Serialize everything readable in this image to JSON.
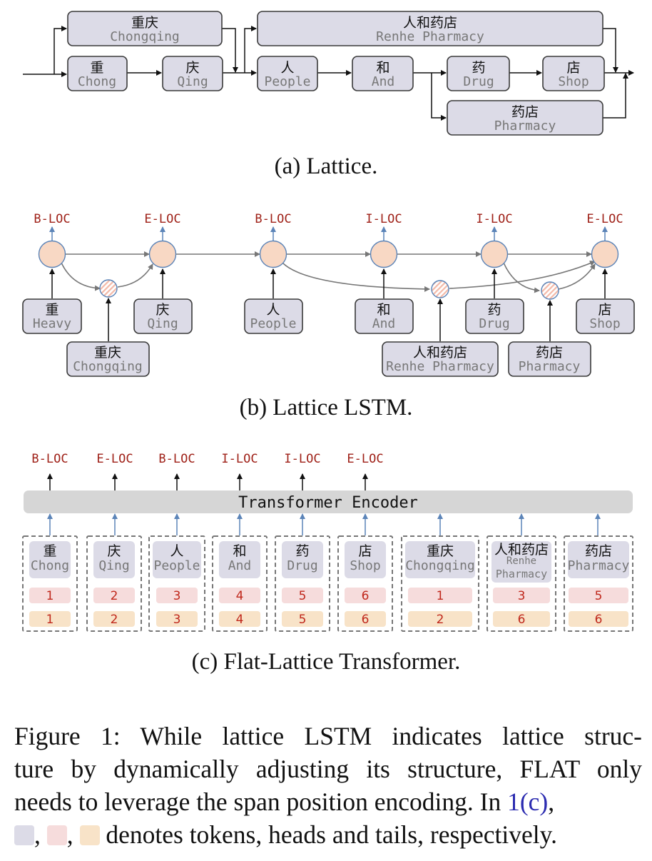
{
  "colors": {
    "token_fill": "#dcdbe7",
    "head_fill": "#f6dcdc",
    "tail_fill": "#f8e3c8",
    "label_red": "#9e1f16",
    "arrow_blue": "#5b84b8",
    "node_fill": "#f8d8c4",
    "encoder_fill": "#d6d6d6",
    "ref_blue": "#2b2bb0"
  },
  "panel_a": {
    "caption": "(a)  Lattice.",
    "boxes": {
      "chongqing": {
        "zh": "重庆",
        "en": "Chongqing"
      },
      "renhe": {
        "zh": "人和药店",
        "en": "Renhe Pharmacy"
      },
      "chong": {
        "zh": "重",
        "en": "Chong"
      },
      "qing": {
        "zh": "庆",
        "en": "Qing"
      },
      "people": {
        "zh": "人",
        "en": "People"
      },
      "and": {
        "zh": "和",
        "en": "And"
      },
      "drug": {
        "zh": "药",
        "en": "Drug"
      },
      "shop": {
        "zh": "店",
        "en": "Shop"
      },
      "pharmacy": {
        "zh": "药店",
        "en": "Pharmacy"
      }
    }
  },
  "panel_b": {
    "caption": "(b)  Lattice LSTM.",
    "labels": [
      "B-LOC",
      "E-LOC",
      "B-LOC",
      "I-LOC",
      "I-LOC",
      "E-LOC"
    ],
    "boxes": {
      "heavy": {
        "zh": "重",
        "en": "Heavy"
      },
      "qing": {
        "zh": "庆",
        "en": "Qing"
      },
      "people": {
        "zh": "人",
        "en": "People"
      },
      "and": {
        "zh": "和",
        "en": "And"
      },
      "drug": {
        "zh": "药",
        "en": "Drug"
      },
      "shop": {
        "zh": "店",
        "en": "Shop"
      },
      "chongqing": {
        "zh": "重庆",
        "en": "Chongqing"
      },
      "renhe": {
        "zh": "人和药店",
        "en": "Renhe Pharmacy"
      },
      "pharmacy": {
        "zh": "药店",
        "en": "Pharmacy"
      }
    }
  },
  "panel_c": {
    "caption": "(c)  Flat-Lattice Transformer.",
    "encoder_label": "Transformer Encoder",
    "labels": [
      "B-LOC",
      "E-LOC",
      "B-LOC",
      "I-LOC",
      "I-LOC",
      "E-LOC"
    ],
    "tokens": [
      {
        "zh": "重",
        "en": "Chong",
        "head": "1",
        "tail": "1"
      },
      {
        "zh": "庆",
        "en": "Qing",
        "head": "2",
        "tail": "2"
      },
      {
        "zh": "人",
        "en": "People",
        "head": "3",
        "tail": "3"
      },
      {
        "zh": "和",
        "en": "And",
        "head": "4",
        "tail": "4"
      },
      {
        "zh": "药",
        "en": "Drug",
        "head": "5",
        "tail": "5"
      },
      {
        "zh": "店",
        "en": "Shop",
        "head": "6",
        "tail": "6"
      },
      {
        "zh": "重庆",
        "en": "Chongqing",
        "head": "1",
        "tail": "2"
      },
      {
        "zh": "人和药店",
        "en": "Renhe Pharmacy",
        "en_line1": "Renhe",
        "en_line2": "Pharmacy",
        "head": "3",
        "tail": "6"
      },
      {
        "zh": "药店",
        "en": "Pharmacy",
        "head": "5",
        "tail": "6"
      }
    ]
  },
  "figure_caption": {
    "line1": "Figure 1:  While lattice LSTM indicates lattice struc-",
    "line2": "ture by dynamically adjusting its structure, FLAT only",
    "line3_pre": "needs to leverage the span position encoding.  In ",
    "line3_ref": "1(c)",
    "line3_post": ",",
    "line4_sep1": ",",
    "line4_sep2": ",",
    "line4_post": " denotes tokens, heads and tails, respectively."
  }
}
